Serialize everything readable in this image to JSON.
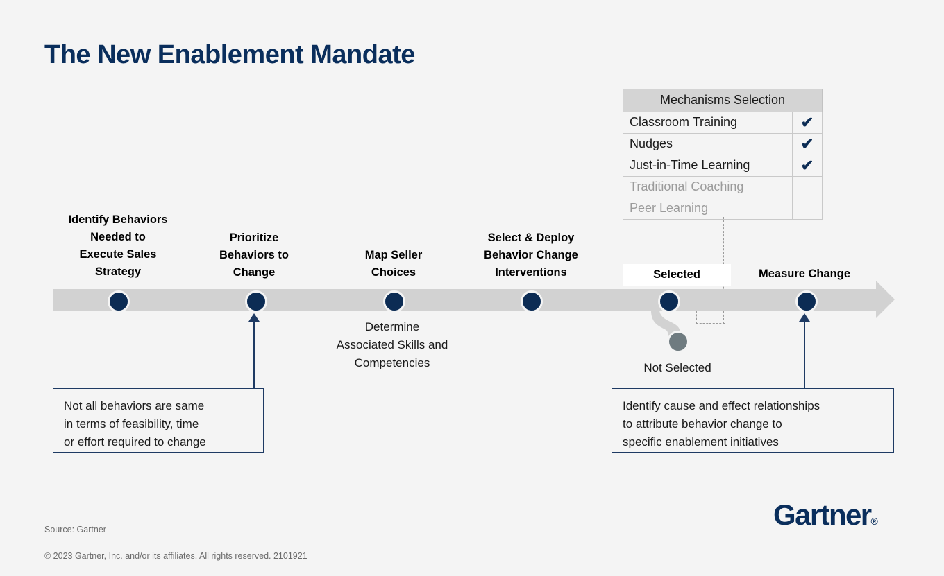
{
  "page": {
    "title": "The New Enablement Mandate",
    "background_color": "#f4f4f4",
    "brand_navy": "#0a2e5c",
    "accent_navy": "#0c2c54",
    "track_gray": "#d2d2d2",
    "muted_gray": "#6f7b80"
  },
  "timeline": {
    "steps": [
      {
        "id": "identify-behaviors",
        "label": "Identify Behaviors\nNeeded to\nExecute Sales\nStrategy",
        "dot_state": "selected"
      },
      {
        "id": "prioritize-behaviors",
        "label": "Prioritize\nBehaviors to\nChange",
        "dot_state": "selected"
      },
      {
        "id": "map-seller-choices",
        "label": "Map Seller\nChoices",
        "dot_state": "selected"
      },
      {
        "id": "select-deploy-interventions",
        "label": "Select & Deploy\nBehavior Change\nInterventions",
        "dot_state": "selected"
      },
      {
        "id": "selected-mechanism",
        "label": "Selected",
        "dot_state": "selected"
      },
      {
        "id": "measure-change",
        "label": "Measure Change",
        "dot_state": "selected"
      }
    ],
    "branch_label": "Not Selected",
    "sub_note": "Determine\nAssociated Skills and\nCompetencies"
  },
  "callouts": [
    {
      "id": "prioritize-callout",
      "text": "Not all behaviors are same\nin terms of feasibility, time\nor effort required to change"
    },
    {
      "id": "measure-callout",
      "text": "Identify cause and effect relationships\nto attribute behavior change to\nspecific enablement initiatives"
    }
  ],
  "mechanisms_table": {
    "header": "Mechanisms Selection",
    "check_glyph": "✔",
    "rows": [
      {
        "name": "Classroom Training",
        "checked": true
      },
      {
        "name": "Nudges",
        "checked": true
      },
      {
        "name": "Just-in-Time Learning",
        "checked": true
      },
      {
        "name": "Traditional Coaching",
        "checked": false
      },
      {
        "name": "Peer Learning",
        "checked": false
      }
    ]
  },
  "footer": {
    "source": "Source: Gartner",
    "copyright": "© 2023 Gartner, Inc. and/or its affiliates. All rights reserved. 2101921",
    "logo_text": "Gartner",
    "logo_registered": "®"
  }
}
